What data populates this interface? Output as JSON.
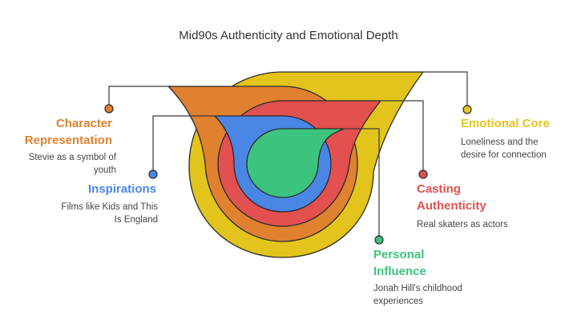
{
  "title": "Mid90s Authenticity and Emotional Depth",
  "colors": {
    "emotional_core": "#e3c41c",
    "character_representation": "#e0812f",
    "casting_authenticity": "#e2504f",
    "inspirations": "#4a86e4",
    "personal_influence": "#3cc47f",
    "outline": "#2b2b2b"
  },
  "items": {
    "character_representation": {
      "label_line1": "Character",
      "label_line2": "Representation",
      "desc_line1": "Stevie as a symbol of",
      "desc_line2": "youth"
    },
    "inspirations": {
      "label": "Inspirations",
      "desc_line1": "Films like Kids and This",
      "desc_line2": "Is England"
    },
    "emotional_core": {
      "label": "Emotional Core",
      "desc_line1": "Loneliness and the",
      "desc_line2": "desire for connection"
    },
    "casting_authenticity": {
      "label_line1": "Casting",
      "label_line2": "Authenticity",
      "desc": "Real skaters as actors"
    },
    "personal_influence": {
      "label_line1": "Personal",
      "label_line2": "Influence",
      "desc_line1": "Jonah Hill's childhood",
      "desc_line2": "experiences"
    }
  }
}
